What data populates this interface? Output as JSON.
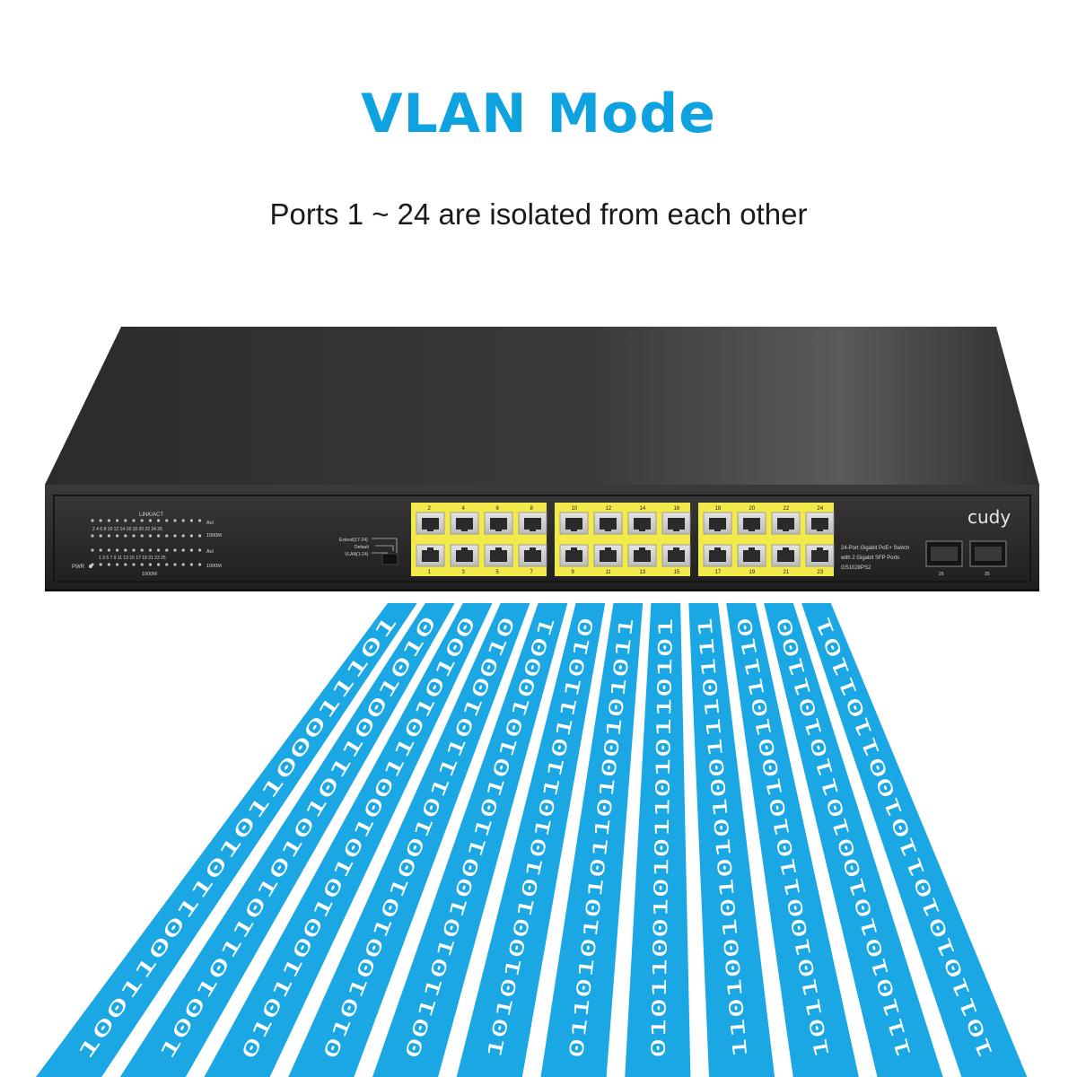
{
  "title": "VLAN Mode",
  "subtitle": "Ports 1 ~ 24 are isolated from each other",
  "colors": {
    "accent": "#0ea3e0",
    "stream": "#1aa7e4",
    "chassis": "#2a2a2b",
    "port_frame": "#f2e94a"
  },
  "device": {
    "brand": "cudy",
    "description_line1": "24-Port Gigabit PoE+ Switch",
    "description_line2": "with 2 Gigabit SFP Ports",
    "model": "GS1028PS2",
    "led_header": "LINK/ACT",
    "led_act_label": "Act",
    "led_speed_label": "1000M",
    "led_top_numbers": "2 4 6 8 10 12 14 16 18 20 22 24 26",
    "led_bottom_numbers": "1 3 5 7 9 11 13 15 17 19 21 23 25",
    "led_footer": "1000M",
    "pwr_label": "PWR",
    "switch_labels": [
      "Extend(17-24)",
      "Default",
      "VLAN(1-24)"
    ],
    "top_port_numbers": [
      "2",
      "4",
      "6",
      "8",
      "10",
      "12",
      "14",
      "16",
      "18",
      "20",
      "22",
      "24"
    ],
    "bottom_port_numbers": [
      "1",
      "3",
      "5",
      "7",
      "9",
      "11",
      "13",
      "15",
      "17",
      "19",
      "21",
      "23"
    ],
    "sfp_labels": [
      "26",
      "25"
    ]
  },
  "streams": [
    "1001100110101100011101",
    "1001011010101011001010",
    "0101100101010011010100",
    "0101001010010111010010",
    "0011010100110101010001",
    "1010100101010110111010",
    "0110101010110100101011",
    "0101100101011010110101",
    "1101001010101001110111",
    "1011010011010100101110",
    "1110101010010110101100",
    "1011010101101001101101"
  ]
}
